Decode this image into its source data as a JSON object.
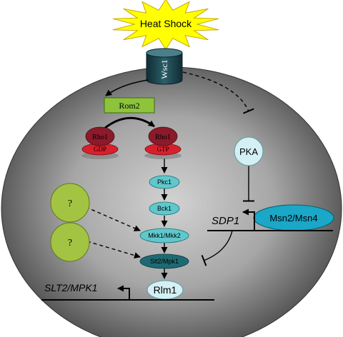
{
  "colors": {
    "cell_light": "#d2d2d2",
    "cell_dark": "#4a4a4a",
    "burst_fill": "#ffff00",
    "wsc1_fill": "#1d4550",
    "rom2_fill": "#8dc43c",
    "rho_fill": "#8b1a2a",
    "gdp_gtp_fill": "#d8202c",
    "pka_fill": "#d4f0f4",
    "msn_fill": "#1aa7c8",
    "kinase_fill": "#5fc8cc",
    "slt2_fill": "#1f6a72",
    "rlm1_fill": "#d4f0f4",
    "question_fill": "#a3c442"
  },
  "stimulus": {
    "label": "Heat Shock"
  },
  "sensor": {
    "label": "Wsc1"
  },
  "gef": {
    "label": "Rom2"
  },
  "gtpase": {
    "inactive": {
      "label": "Rho1",
      "nucleotide": "GDP"
    },
    "active": {
      "label": "Rho1",
      "nucleotide": "GTP"
    }
  },
  "cascade": [
    "Pkc1",
    "Bck1",
    "Mkk1/Mkk2",
    "Slt2/Mpk1"
  ],
  "transcription_factor": {
    "label": "Rlm1"
  },
  "pka": {
    "label": "PKA"
  },
  "msn": {
    "label": "Msn2/Msn4"
  },
  "unknown_inputs": [
    "?",
    "?"
  ],
  "genes": {
    "sdp1": "SDP1",
    "slt2": "SLT2/MPK1"
  }
}
